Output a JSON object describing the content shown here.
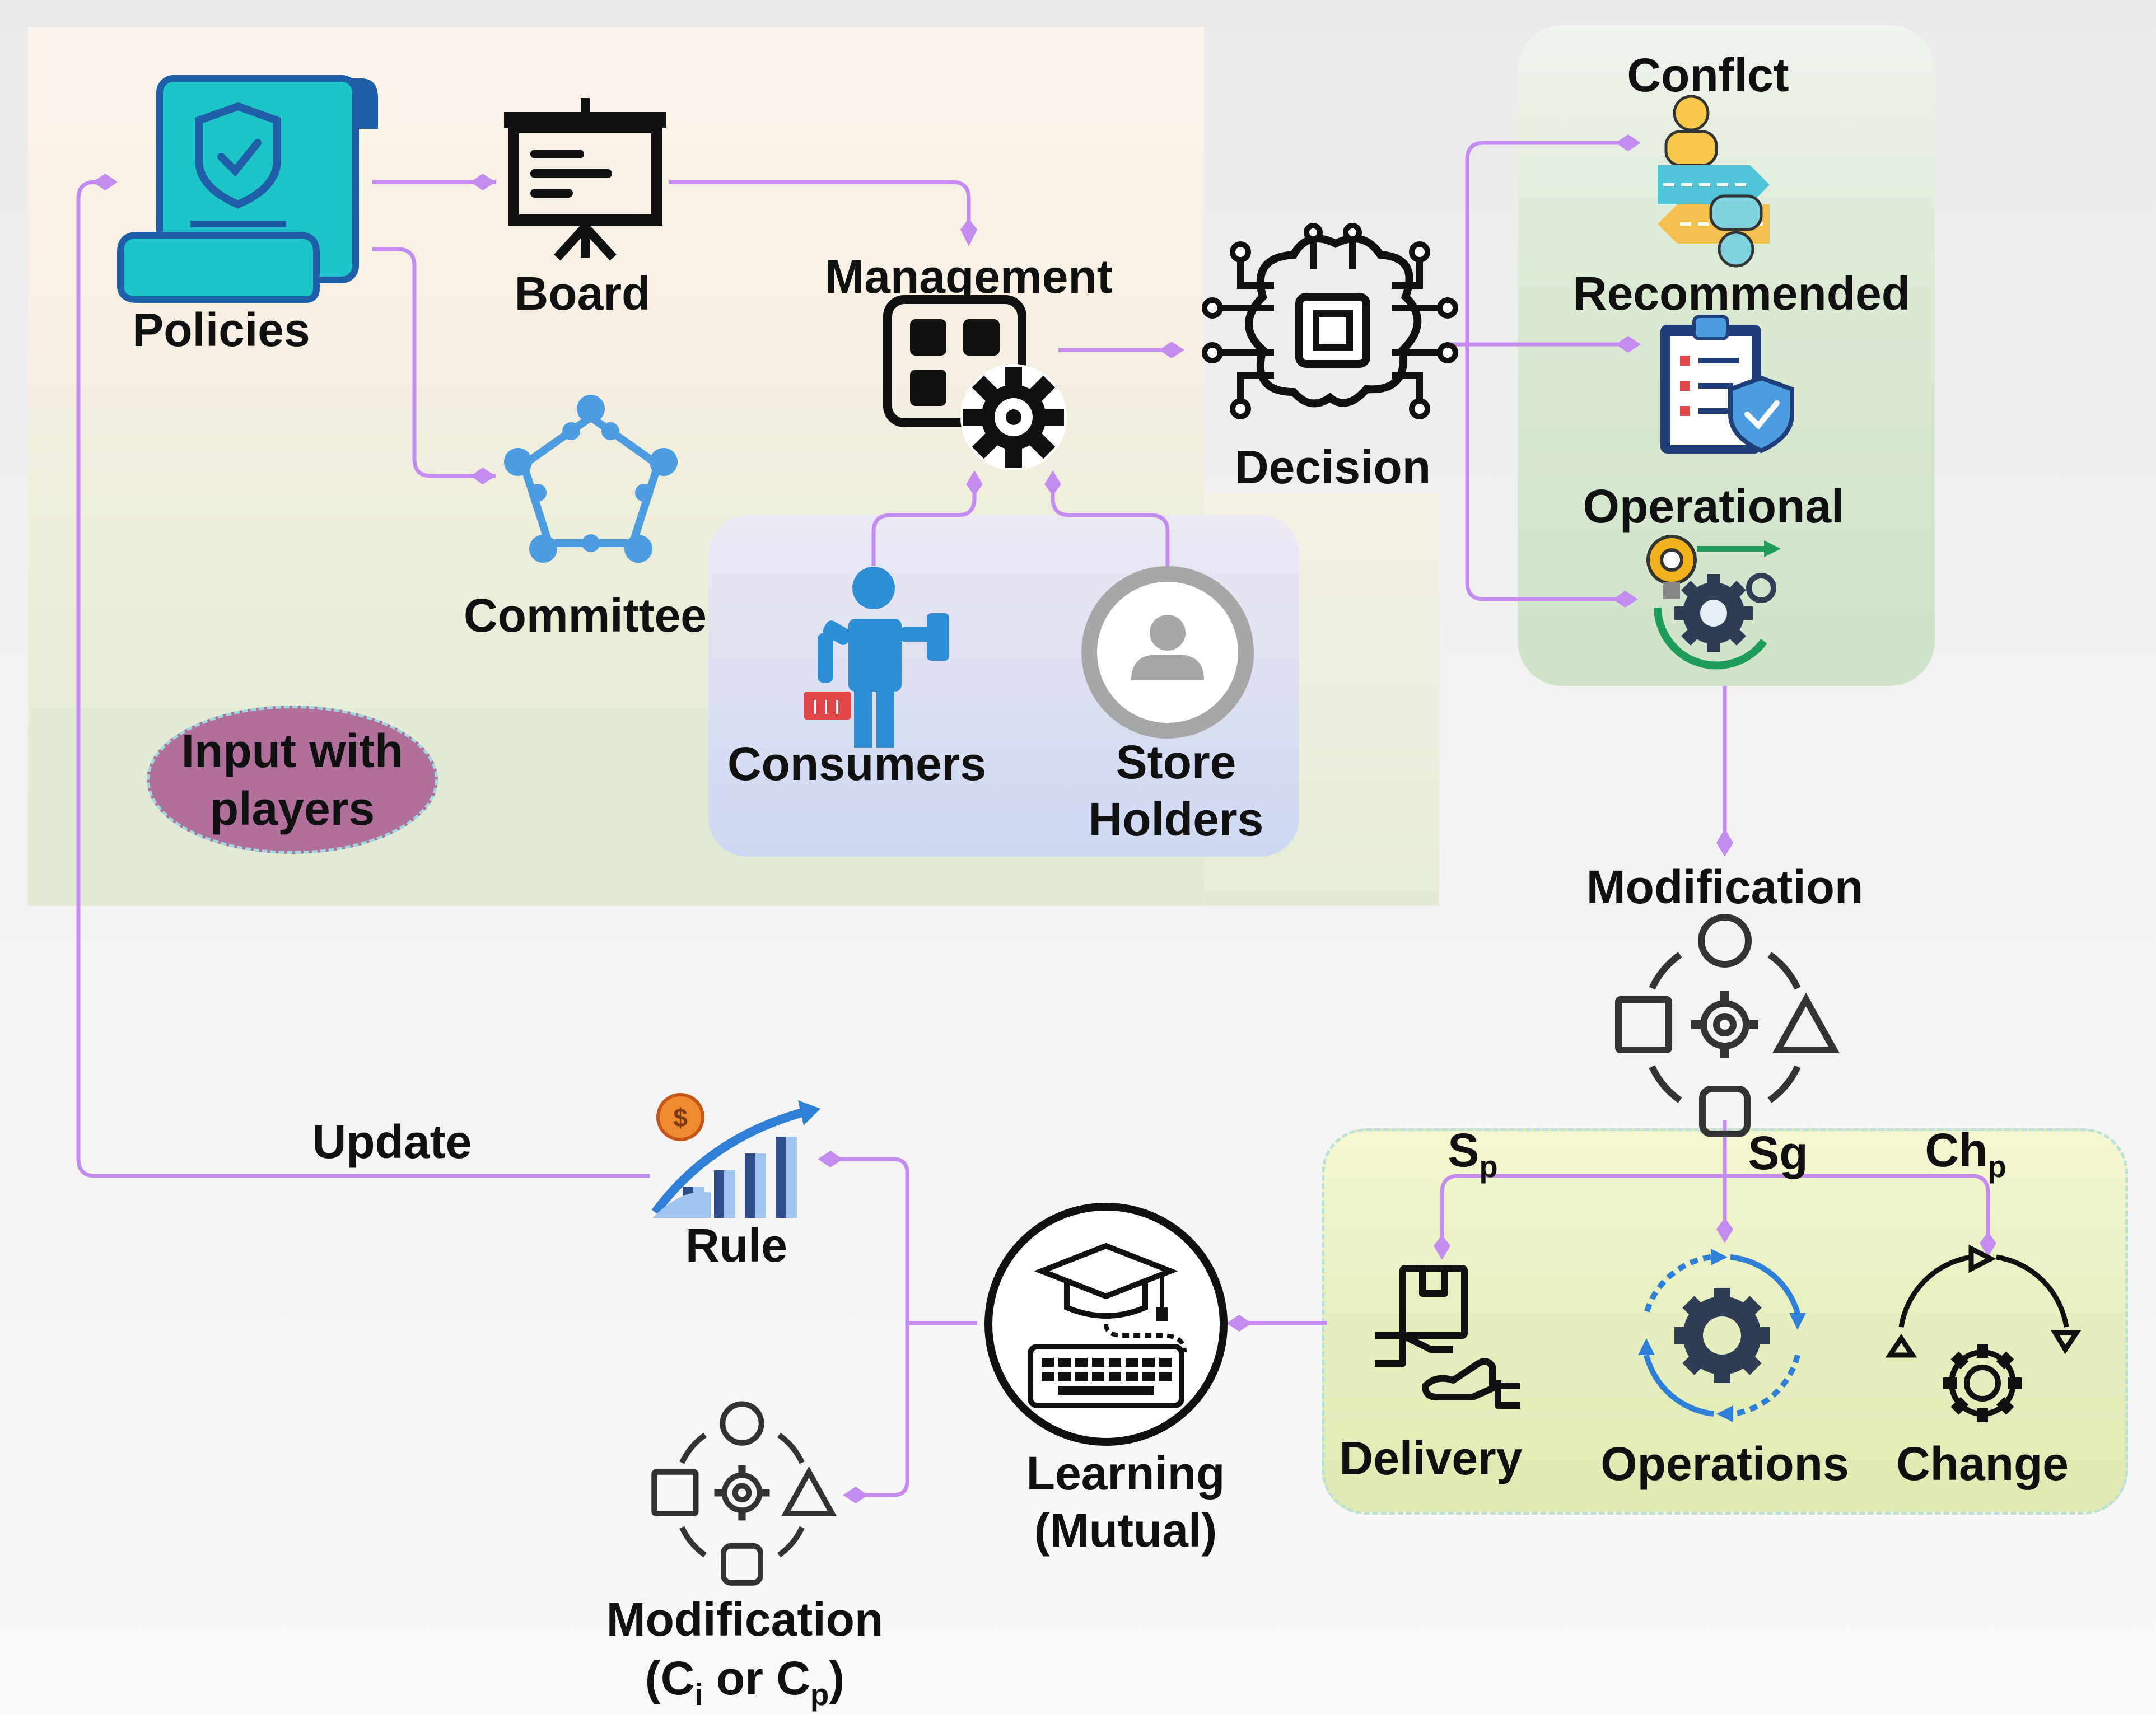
{
  "labels": {
    "policies": "Policies",
    "board": "Board",
    "management": "Management",
    "committee": "Committee",
    "decision": "Decision",
    "consumers": "Consumers",
    "store_holders_line1": "Store",
    "store_holders_line2": "Holders",
    "input_players_line1": "Input with",
    "input_players_line2": "players",
    "conflict": "Conflct",
    "recommended": "Recommended",
    "operational": "Operational",
    "modification": "Modification",
    "sp_main": "S",
    "sp_sub": "p",
    "sg": "Sg",
    "chp_main": "Ch",
    "chp_sub": "p",
    "delivery": "Delivery",
    "operations": "Operations",
    "change": "Change",
    "learning_line1": "Learning",
    "learning_line2": "(Mutual)",
    "rule": "Rule",
    "update": "Update",
    "mod2_line1": "Modification",
    "mod2_open": "(C",
    "mod2_sub_i": "i",
    "mod2_or": " or C",
    "mod2_sub_p": "p",
    "mod2_close": ")",
    "dollar": "$"
  },
  "colors": {
    "connector": "#c48cf0",
    "policy_teal": "#1ec5c8",
    "policy_blue": "#1e5fa8",
    "committee_blue": "#4d9de0",
    "person_blue": "#2e8fd6",
    "basket_red": "#e04646",
    "ellipse_fill": "#b0709a",
    "ellipse_border": "#9fd8e0",
    "gear_dark": "#2f3e55",
    "arrow_blue": "#2f7fd6",
    "bulb_yellow": "#f2b21b",
    "arrow_green": "#1e9c5a"
  }
}
